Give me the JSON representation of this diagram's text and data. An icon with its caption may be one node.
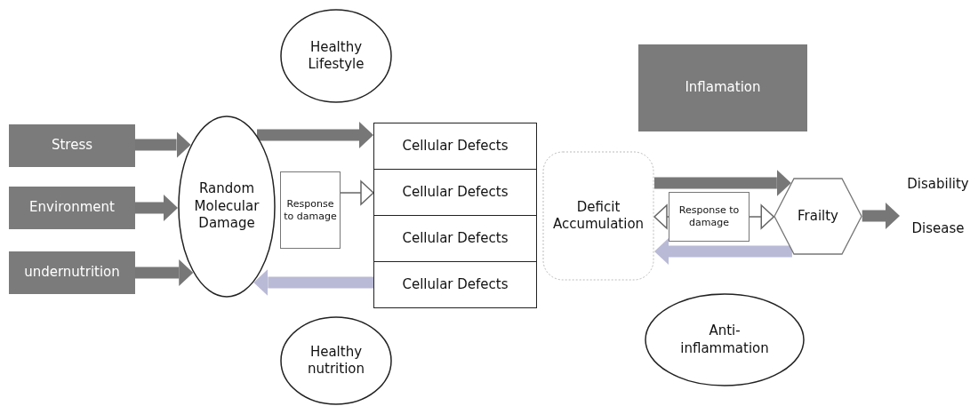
{
  "diagram": {
    "nodes": [
      {
        "text": [
          "Stress"
        ]
      },
      {
        "text": [
          "Environment"
        ]
      },
      {
        "text": [
          "undernutrition"
        ]
      },
      {
        "text": [
          "Random Molecular Damage"
        ]
      },
      {
        "text": [
          "Healthy Lifestyle"
        ]
      },
      {
        "text": [
          "Response to damage"
        ]
      },
      {
        "text": [
          "Cellular Defects"
        ]
      },
      {
        "text": [
          "Cellular Defects"
        ]
      },
      {
        "text": [
          "Cellular Defects"
        ]
      },
      {
        "text": [
          "Cellular Defects"
        ]
      },
      {
        "text": [
          "Deficit Accumulation"
        ]
      },
      {
        "text": [
          "Response to damage"
        ]
      },
      {
        "text": [
          "Frailty"
        ]
      },
      {
        "text": [
          "Disability"
        ]
      },
      {
        "text": [
          "Disease"
        ]
      },
      {
        "text": [
          "Inflamation"
        ]
      },
      {
        "text": [
          "Anti- inflammation"
        ]
      },
      {
        "text": [
          "Healthy nutrition"
        ]
      }
    ],
    "edges": [
      {
        "from": 0,
        "to": 3,
        "arrow": "to"
      },
      {
        "from": 1,
        "to": 3,
        "arrow": "to"
      },
      {
        "from": 2,
        "to": 3,
        "arrow": "to"
      },
      {
        "from": 3,
        "to": 6,
        "arrow": "to"
      },
      {
        "from": 5,
        "to": 7,
        "arrow": "to"
      },
      {
        "from": 9,
        "to": 3,
        "arrow": "to",
        "color": "#b9bad6"
      },
      {
        "from": 10,
        "to": 12,
        "arrow": "to"
      },
      {
        "from": 12,
        "to": 10,
        "arrow": "to",
        "color": "#b9bad6"
      },
      {
        "from": 11,
        "to": 10,
        "arrow": "to"
      },
      {
        "from": 11,
        "to": 12,
        "arrow": "to"
      },
      {
        "from": 12,
        "to": 13,
        "arrow": "to"
      },
      {
        "from": 12,
        "to": 14,
        "arrow": "to"
      }
    ]
  }
}
